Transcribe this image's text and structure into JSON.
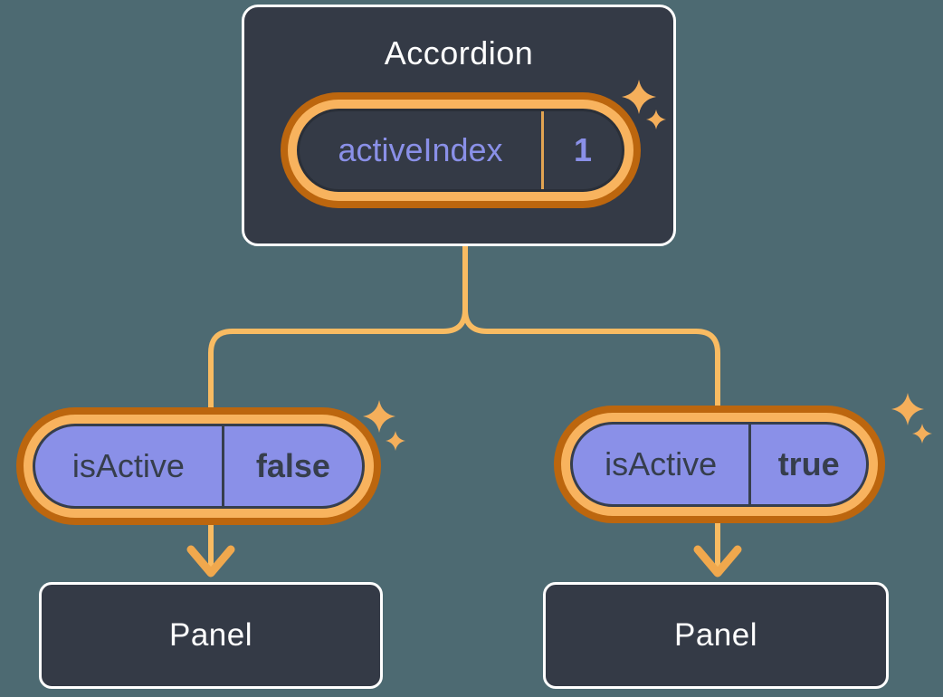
{
  "accordion": {
    "title": "Accordion",
    "state": {
      "label": "activeIndex",
      "value": "1"
    }
  },
  "branches": [
    {
      "prop": {
        "label": "isActive",
        "value": "false"
      },
      "panel": "Panel"
    },
    {
      "prop": {
        "label": "isActive",
        "value": "true"
      },
      "panel": "Panel"
    }
  ],
  "colors": {
    "background": "#4D6A72",
    "card_bg": "#343A46",
    "card_border": "#FFFFFF",
    "pill_fill_purple": "#8A90E8",
    "state_text_purple": "#8A90E8",
    "prop_text_dark": "#363E4C",
    "ring_outer_orange": "#BC660E",
    "ring_inner_orange": "#F8B35E",
    "connector_line": "#F8BB62",
    "arrow": "#F0A84D",
    "sparkle": "#F5AF5B"
  }
}
